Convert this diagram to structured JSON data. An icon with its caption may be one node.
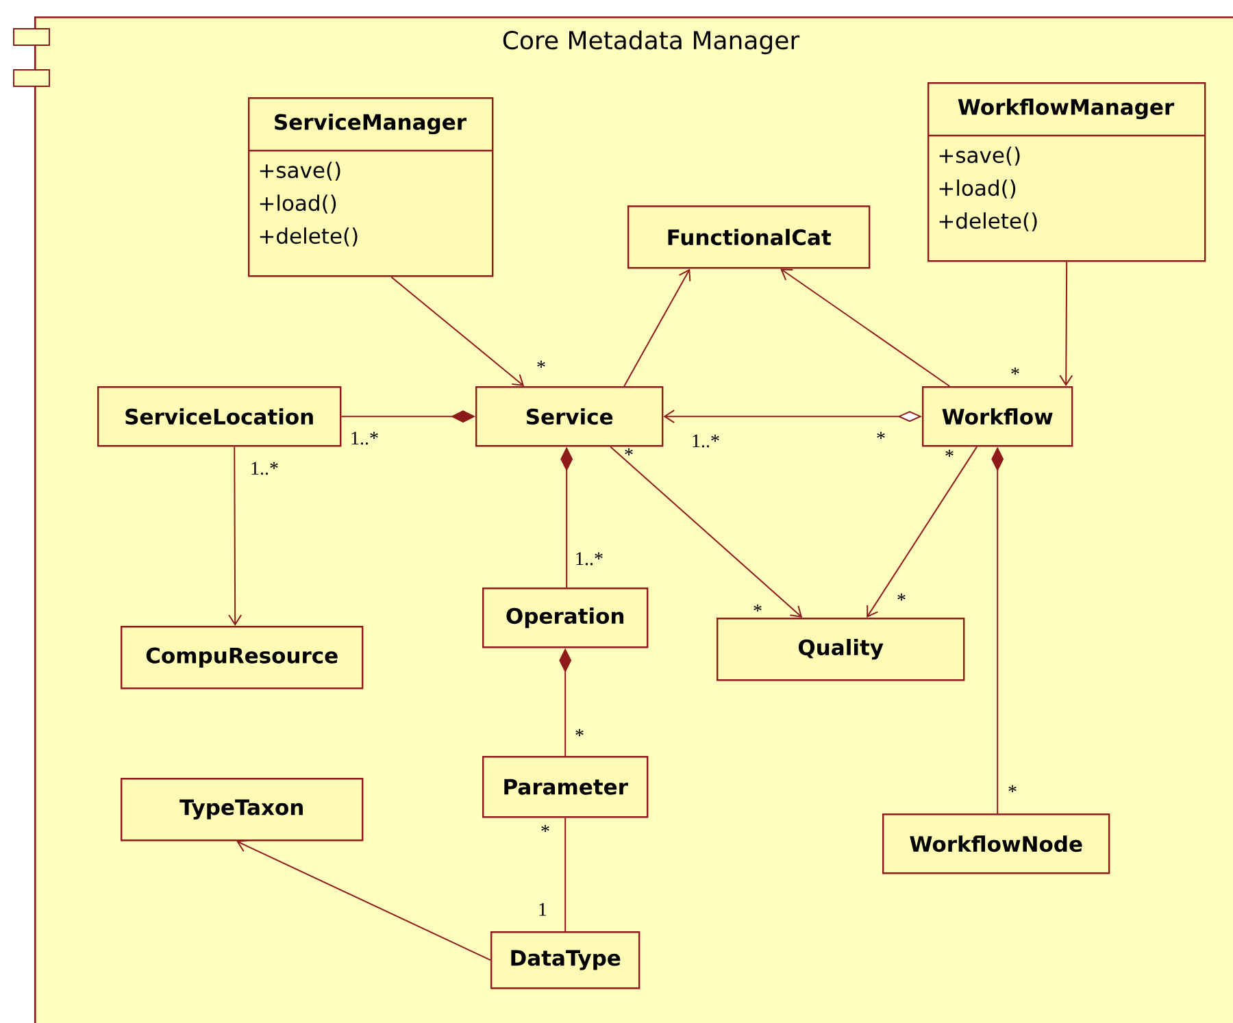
{
  "diagram": {
    "nodes": [
      {
        "text": [
          "Core Metadata Manager"
        ]
      },
      {
        "text": [
          "ServiceManager",
          "+save()",
          "+load()",
          "+delete()"
        ],
        "in": 0
      },
      {
        "text": [
          "WorkflowManager",
          "+save()",
          "+load()",
          "+delete()"
        ],
        "in": 0
      },
      {
        "text": [
          "FunctionalCat"
        ],
        "in": 0
      },
      {
        "text": [
          "ServiceLocation"
        ],
        "in": 0
      },
      {
        "text": [
          "Service"
        ],
        "in": 0
      },
      {
        "text": [
          "Workflow"
        ],
        "in": 0
      },
      {
        "text": [
          "CompuResource"
        ],
        "in": 0
      },
      {
        "text": [
          "Operation"
        ],
        "in": 0
      },
      {
        "text": [
          "Quality"
        ],
        "in": 0
      },
      {
        "text": [
          "TypeTaxon"
        ],
        "in": 0
      },
      {
        "text": [
          "Parameter"
        ],
        "in": 0
      },
      {
        "text": [
          "WorkflowNode"
        ],
        "in": 0
      },
      {
        "text": [
          "DataType"
        ],
        "in": 0
      }
    ],
    "edges": [
      {
        "from": 1,
        "to": 5,
        "arrow": "to"
      },
      {
        "from": 5,
        "to": 3,
        "arrow": "to"
      },
      {
        "from": 6,
        "to": 3,
        "arrow": "to"
      },
      {
        "from": 2,
        "to": 6,
        "arrow": "to"
      },
      {
        "from": 4,
        "to": 5,
        "arrow": "other"
      },
      {
        "from": 6,
        "to": 5,
        "arrow": "to"
      },
      {
        "from": 4,
        "to": 7,
        "arrow": "to"
      },
      {
        "from": 8,
        "to": 5,
        "arrow": "other"
      },
      {
        "from": 5,
        "to": 9,
        "arrow": "to"
      },
      {
        "from": 6,
        "to": 9,
        "arrow": "to"
      },
      {
        "from": 12,
        "to": 6,
        "arrow": "other"
      },
      {
        "from": 11,
        "to": 8,
        "arrow": "other"
      },
      {
        "from": 11,
        "to": 13,
        "arrow": "none"
      },
      {
        "from": 13,
        "to": 10,
        "arrow": "to"
      }
    ],
    "labels": [
      "*",
      "*",
      "1..*",
      "1..*",
      "*",
      "*",
      "*",
      "1..*",
      "1..*",
      "*",
      "*",
      "*",
      "*",
      "*",
      "1"
    ]
  }
}
